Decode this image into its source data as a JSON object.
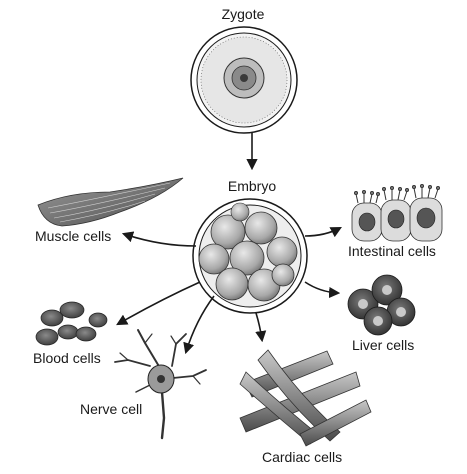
{
  "labels": {
    "zygote": "Zygote",
    "embryo": "Embryo",
    "muscle": "Muscle cells",
    "intestinal": "Intestinal cells",
    "blood": "Blood cells",
    "liver": "Liver cells",
    "nerve": "Nerve cell",
    "cardiac": "Cardiac cells"
  },
  "colors": {
    "ink": "#1a1a1a",
    "cell_fill": "#9a9a9a",
    "dark_fill": "#555555",
    "light_fill": "#d9d9d9"
  }
}
